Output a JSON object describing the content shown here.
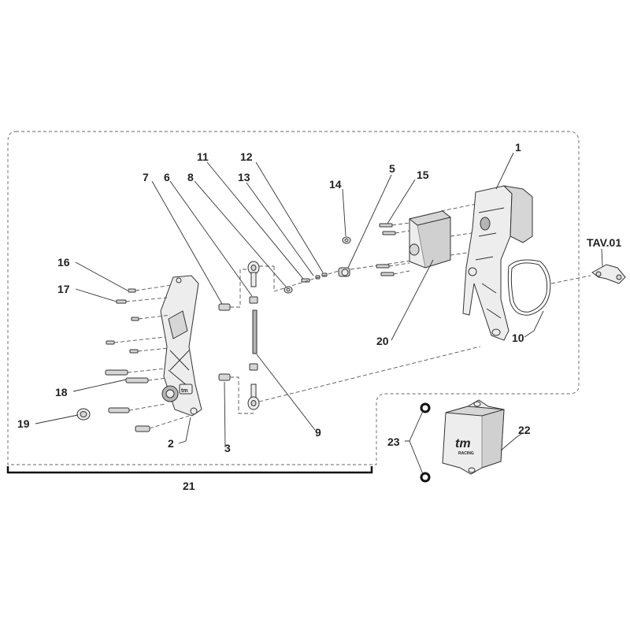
{
  "callouts": {
    "c1": "1",
    "c2": "2",
    "c3": "3",
    "c5": "5",
    "c6": "6",
    "c7": "7",
    "c8": "8",
    "c9": "9",
    "c10": "10",
    "c11": "11",
    "c12": "12",
    "c13": "13",
    "c14": "14",
    "c15": "15",
    "c16": "16",
    "c17": "17",
    "c18": "18",
    "c19": "19",
    "c20": "20",
    "c21": "21",
    "c22": "22",
    "c23": "23",
    "tav": "TAV.01"
  },
  "logo": {
    "brand": "tm",
    "sub": "RACING"
  },
  "colors": {
    "line": "#333333",
    "fill_light": "#ededed",
    "fill_mid": "#d6d6d6",
    "fill_dark": "#b5b5b5"
  }
}
